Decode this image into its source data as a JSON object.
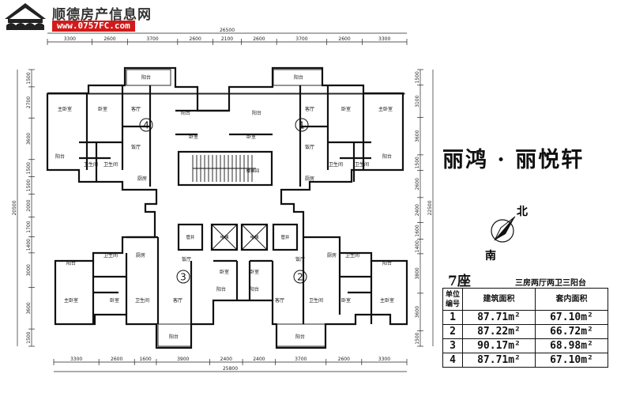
{
  "watermark": {
    "site_name": "顺德房产信息网",
    "site_url": "www.0757FC.com"
  },
  "project_title": "丽鸿 · 丽悦轩",
  "compass": {
    "north": "北",
    "south": "南"
  },
  "building": {
    "seat_label": "7座",
    "layout_desc": "三房两厅两卫三阳台"
  },
  "area_table": {
    "headers": [
      "单位\n编号",
      "建筑面积",
      "套内面积"
    ],
    "rows": [
      {
        "unit": "1",
        "built": "87.71m²",
        "inner": "67.10m²"
      },
      {
        "unit": "2",
        "built": "87.22m²",
        "inner": "66.72m²"
      },
      {
        "unit": "3",
        "built": "90.17m²",
        "inner": "68.98m²"
      },
      {
        "unit": "4",
        "built": "87.71m²",
        "inner": "67.10m²"
      }
    ]
  },
  "dimensions": {
    "top_total": "26500",
    "top_segments": [
      "3300",
      "2600",
      "3700",
      "2600",
      "2100",
      "2600",
      "3700",
      "2600",
      "3300"
    ],
    "bottom_total": "25800",
    "bottom_segments": [
      "3300",
      "2600",
      "1600",
      "3900",
      "2400",
      "2400",
      "3700",
      "2600",
      "3300"
    ],
    "left_total": "20500",
    "left_segments": [
      "1500",
      "2700",
      "3600",
      "1500",
      "1500",
      "2000",
      "1700",
      "1400",
      "3000",
      "3600",
      "1500"
    ],
    "right_total": "22500",
    "right_segments": [
      "1500",
      "3100",
      "3600",
      "1500",
      "2600",
      "2400",
      "1600",
      "1400",
      "3800",
      "3600",
      "1500"
    ]
  },
  "unit_numbers": [
    "4",
    "1",
    "3",
    "2"
  ],
  "room_labels": {
    "balcony": "阳台",
    "master_bedroom": "主卧室",
    "bedroom": "卧室",
    "living_room": "客厅",
    "dining_room": "饭厅",
    "kitchen": "厨房",
    "bathroom": "卫生间",
    "elevator": "电梯",
    "shaft": "管井",
    "stair_label": "楼梯间"
  }
}
